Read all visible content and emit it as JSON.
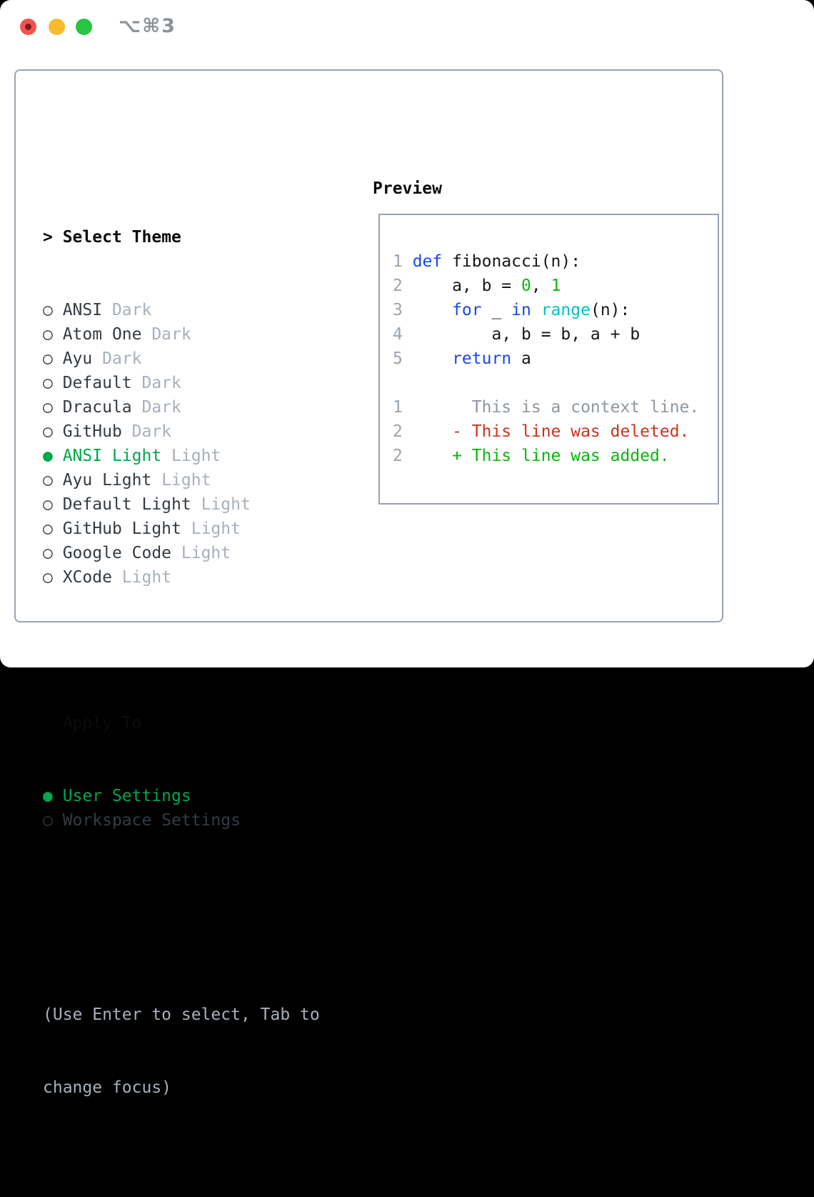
{
  "colors": {
    "window_bg": "#ffffff",
    "page_bg": "#000000",
    "border": "#9aa3ad",
    "strong": "#0a0c0e",
    "text": "#343b42",
    "muted": "#a8b0ba",
    "select_green": "#00a74b",
    "keyword": "#1b46f0",
    "builtin": "#00c2ca",
    "number": "#0cb50f",
    "added": "#0cb50f",
    "deleted": "#c93420",
    "context": "#8f979f",
    "linenum": "#9aa4ae",
    "code_text": "#16181c",
    "light_red": "#f1544d",
    "light_red_dot": "#7e181d",
    "light_yellow": "#f9bb2d",
    "light_green": "#29c440",
    "titlebar_icon": "#8b9198"
  },
  "titlebar": {
    "shortcut": "⌥⌘3"
  },
  "glyphs": {
    "radio_selected": "●",
    "radio_unselected": "○",
    "prompt": ">"
  },
  "theme_panel": {
    "prompt": ">",
    "title": "Select Theme",
    "items": [
      {
        "name": "ANSI",
        "suffix": "Dark",
        "selected": false
      },
      {
        "name": "Atom One",
        "suffix": "Dark",
        "selected": false
      },
      {
        "name": "Ayu",
        "suffix": "Dark",
        "selected": false
      },
      {
        "name": "Default",
        "suffix": "Dark",
        "selected": false
      },
      {
        "name": "Dracula",
        "suffix": "Dark",
        "selected": false
      },
      {
        "name": "GitHub",
        "suffix": "Dark",
        "selected": false
      },
      {
        "name": "ANSI Light",
        "suffix": "Light",
        "selected": true
      },
      {
        "name": "Ayu Light",
        "suffix": "Light",
        "selected": false
      },
      {
        "name": "Default Light",
        "suffix": "Light",
        "selected": false
      },
      {
        "name": "GitHub Light",
        "suffix": "Light",
        "selected": false
      },
      {
        "name": "Google Code",
        "suffix": "Light",
        "selected": false
      },
      {
        "name": "XCode",
        "suffix": "Light",
        "selected": false
      }
    ]
  },
  "apply_panel": {
    "title": "Apply To",
    "options": [
      {
        "label": "User Settings",
        "selected": true
      },
      {
        "label": "Workspace Settings",
        "selected": false
      }
    ]
  },
  "help": {
    "line1": "(Use Enter to select, Tab to",
    "line2": "change focus)"
  },
  "preview": {
    "title": "Preview",
    "lines": [
      {
        "n": "1",
        "toks": [
          [
            "kw",
            "def"
          ],
          [
            "pl",
            " fibonacci(n):"
          ]
        ]
      },
      {
        "n": "2",
        "toks": [
          [
            "pl",
            "    a, b = "
          ],
          [
            "num",
            "0"
          ],
          [
            "pl",
            ", "
          ],
          [
            "num",
            "1"
          ]
        ]
      },
      {
        "n": "3",
        "toks": [
          [
            "pl",
            "    "
          ],
          [
            "kw",
            "for"
          ],
          [
            "pl",
            " _ "
          ],
          [
            "kw",
            "in"
          ],
          [
            "pl",
            " "
          ],
          [
            "bi",
            "range"
          ],
          [
            "pl",
            "(n):"
          ]
        ]
      },
      {
        "n": "4",
        "toks": [
          [
            "pl",
            "        a, b = b, a + b"
          ]
        ]
      },
      {
        "n": "5",
        "toks": [
          [
            "pl",
            "    "
          ],
          [
            "kw",
            "return"
          ],
          [
            "pl",
            " a"
          ]
        ]
      },
      {
        "n": "",
        "toks": []
      },
      {
        "n": "1",
        "toks": [
          [
            "ctx",
            "      This is a context line."
          ]
        ]
      },
      {
        "n": "2",
        "toks": [
          [
            "del",
            "    - This line was deleted."
          ]
        ]
      },
      {
        "n": "2",
        "toks": [
          [
            "add",
            "    + This line was added."
          ]
        ]
      }
    ]
  }
}
